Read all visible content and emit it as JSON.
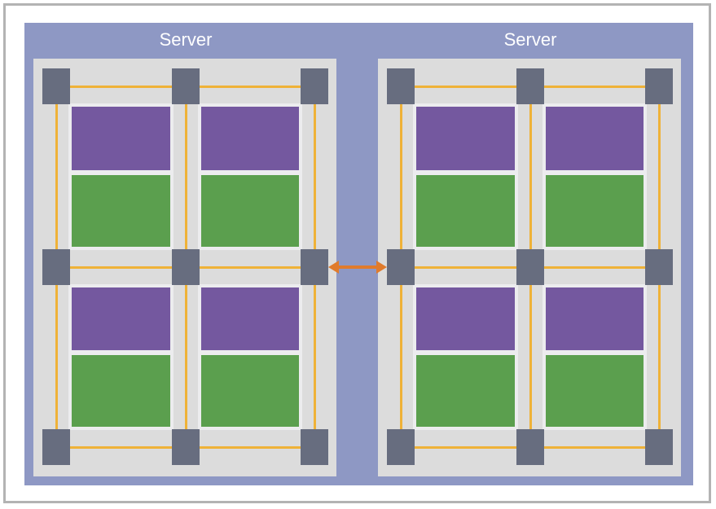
{
  "servers": [
    {
      "label": "Server"
    },
    {
      "label": "Server"
    }
  ],
  "colors": {
    "background": "#8e98c4",
    "board": "#dcdcdc",
    "node": "#676d7f",
    "link": "#efb238",
    "compute": "#74589f",
    "memory": "#5b9f4e",
    "interconnect_arrow": "#e07b2c"
  },
  "grid": {
    "node_rows": 3,
    "node_cols": 3,
    "tile_rows": 2,
    "tile_cols": 2
  },
  "tile_types": [
    "compute",
    "memory"
  ],
  "interconnect": {
    "direction": "bidirectional"
  }
}
